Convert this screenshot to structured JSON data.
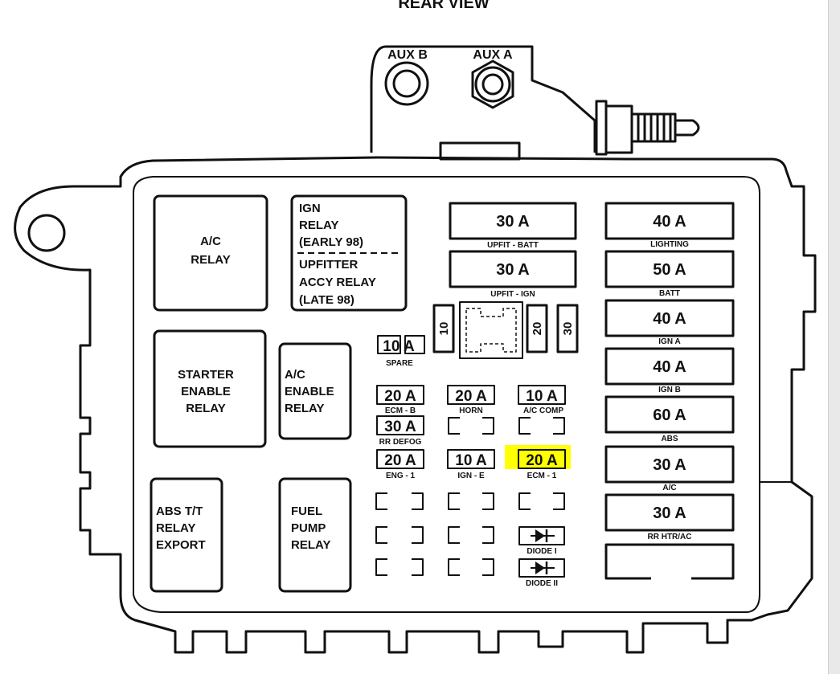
{
  "title": "REAR VIEW",
  "aux": {
    "b": "AUX B",
    "a": "AUX A"
  },
  "relays": {
    "ac": [
      "A/C",
      "RELAY"
    ],
    "ign": [
      "IGN",
      "RELAY",
      "(EARLY 98)",
      "UPFITTER",
      "ACCY RELAY",
      "(LATE 98)"
    ],
    "starter": [
      "STARTER",
      "ENABLE",
      "RELAY"
    ],
    "ac_enable": [
      "A/C",
      "ENABLE",
      "RELAY"
    ],
    "abs_tt": [
      "ABS T/T",
      "RELAY",
      "EXPORT"
    ],
    "fuel_pump": [
      "FUEL",
      "PUMP",
      "RELAY"
    ]
  },
  "large_fuses": {
    "upfit_batt": {
      "value": "30 A",
      "label": "UPFIT - BATT"
    },
    "upfit_ign": {
      "value": "30 A",
      "label": "UPFIT - IGN"
    }
  },
  "right_fuses": [
    {
      "value": "40 A",
      "label": "LIGHTING"
    },
    {
      "value": "50 A",
      "label": "BATT"
    },
    {
      "value": "40 A",
      "label": "IGN A"
    },
    {
      "value": "40 A",
      "label": "IGN B"
    },
    {
      "value": "60 A",
      "label": "ABS"
    },
    {
      "value": "30 A",
      "label": "A/C"
    },
    {
      "value": "30 A",
      "label": "RR HTR/AC"
    }
  ],
  "mini_fuses": {
    "spare": {
      "value": "10 A",
      "label": "SPARE"
    },
    "ecm_b": {
      "value": "20 A",
      "label": "ECM - B"
    },
    "horn": {
      "value": "20 A",
      "label": "HORN"
    },
    "ac_comp": {
      "value": "10 A",
      "label": "A/C COMP"
    },
    "rr_defog": {
      "value": "30 A",
      "label": "RR DEFOG"
    },
    "eng_1": {
      "value": "20 A",
      "label": "ENG - 1"
    },
    "ign_e": {
      "value": "10 A",
      "label": "IGN - E"
    },
    "ecm_1": {
      "value": "20 A",
      "label": "ECM - 1"
    }
  },
  "spare_slots": [
    "10",
    "20",
    "30"
  ],
  "diodes": [
    "DIODE I",
    "DIODE II"
  ],
  "colors": {
    "highlight": "#ffff00",
    "ink": "#111111",
    "paper": "#ffffff"
  }
}
